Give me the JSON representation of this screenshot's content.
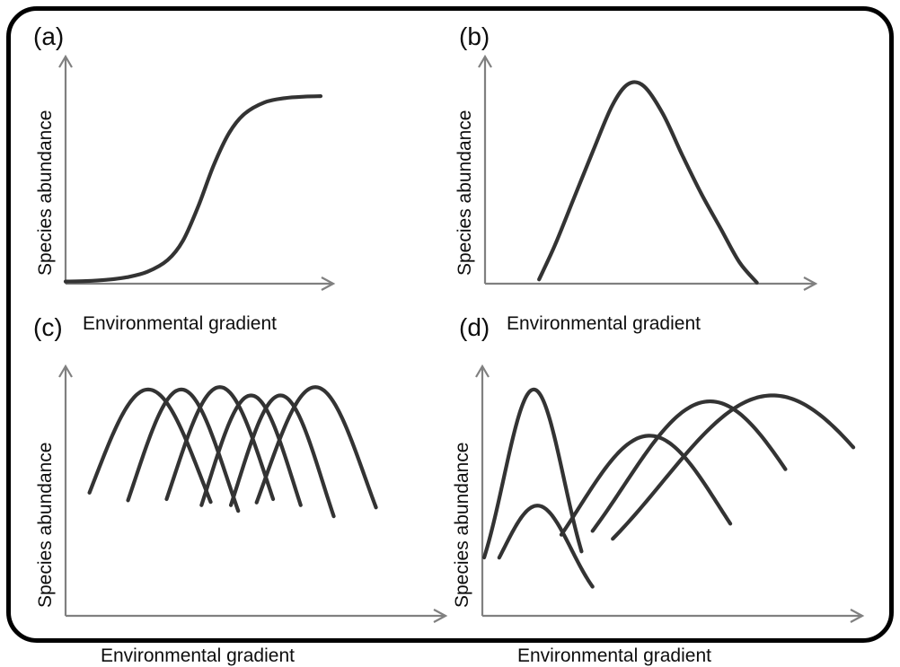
{
  "figure": {
    "border_color": "#000000",
    "background": "#ffffff",
    "curve_color": "#333333",
    "axis_color": "#808080",
    "text_color": "#0d0d0d"
  },
  "labels": {
    "panel_a": "(a)",
    "panel_b": "(b)",
    "panel_c": "(c)",
    "panel_d": "(d)",
    "x_axis": "Environmental gradient",
    "y_axis": "Species abundance"
  },
  "chart_data": [
    {
      "type": "line",
      "panel": "(a)",
      "title": "",
      "xlabel": "Environmental gradient",
      "ylabel": "Species abundance",
      "xlim": [
        0,
        1
      ],
      "ylim": [
        0,
        1
      ],
      "grid": false,
      "legend": "none",
      "description": "Monotonic sigmoid (logistic) species response along the gradient",
      "series": [
        {
          "name": "sigmoid-response",
          "shape": "sigmoid",
          "x": [
            0.0,
            0.08,
            0.16,
            0.24,
            0.32,
            0.4,
            0.46,
            0.52,
            0.58,
            0.64,
            0.7,
            0.78,
            0.86,
            0.94,
            1.0
          ],
          "y": [
            0.01,
            0.012,
            0.018,
            0.03,
            0.055,
            0.11,
            0.2,
            0.36,
            0.55,
            0.7,
            0.79,
            0.845,
            0.865,
            0.872,
            0.874
          ]
        }
      ]
    },
    {
      "type": "line",
      "panel": "(b)",
      "title": "",
      "xlabel": "Environmental gradient",
      "ylabel": "Species abundance",
      "xlim": [
        0,
        1
      ],
      "ylim": [
        0,
        1
      ],
      "grid": false,
      "legend": "none",
      "description": "Single unimodal (bell-shaped) species response curve",
      "series": [
        {
          "name": "unimodal-response",
          "shape": "bell",
          "x": [
            0.17,
            0.22,
            0.28,
            0.34,
            0.4,
            0.45,
            0.5,
            0.56,
            0.62,
            0.68,
            0.74,
            0.8,
            0.855
          ],
          "y": [
            0.02,
            0.18,
            0.4,
            0.62,
            0.83,
            0.93,
            0.92,
            0.79,
            0.6,
            0.42,
            0.26,
            0.1,
            0.005
          ]
        }
      ]
    },
    {
      "type": "line",
      "panel": "(c)",
      "title": "",
      "xlabel": "Environmental gradient",
      "ylabel": "Species abundance",
      "xlim": [
        0,
        1
      ],
      "ylim": [
        0,
        1
      ],
      "grid": false,
      "legend": "none",
      "description": "Six species with regularly spaced, equal-width unimodal responses (community unit / continuum model)",
      "curve_count": 6,
      "series": [
        {
          "name": "species-1",
          "shape": "bell",
          "center": 0.225,
          "width": 0.145,
          "height": 0.955,
          "start": 0.065,
          "end": 0.395
        },
        {
          "name": "species-2",
          "shape": "bell",
          "center": 0.315,
          "width": 0.125,
          "height": 0.955,
          "start": 0.17,
          "end": 0.47
        },
        {
          "name": "species-3",
          "shape": "bell",
          "center": 0.42,
          "width": 0.125,
          "height": 0.965,
          "start": 0.275,
          "end": 0.565
        },
        {
          "name": "species-4",
          "shape": "bell",
          "center": 0.505,
          "width": 0.115,
          "height": 0.93,
          "start": 0.37,
          "end": 0.64
        },
        {
          "name": "species-5",
          "shape": "bell",
          "center": 0.585,
          "width": 0.115,
          "height": 0.93,
          "start": 0.45,
          "end": 0.73
        },
        {
          "name": "species-6",
          "shape": "bell",
          "center": 0.68,
          "width": 0.135,
          "height": 0.965,
          "start": 0.52,
          "end": 0.845
        }
      ]
    },
    {
      "type": "line",
      "panel": "(d)",
      "title": "",
      "xlabel": "Environmental gradient",
      "ylabel": "Species abundance",
      "xlim": [
        0,
        1
      ],
      "ylim": [
        0,
        1
      ],
      "grid": false,
      "legend": "none",
      "description": "Five species with individualistic responses: differing optima, amplitudes and tolerance widths",
      "curve_count": 5,
      "series": [
        {
          "name": "species-1",
          "shape": "bell",
          "center": 0.14,
          "width": 0.082,
          "height": 0.955,
          "start": 0.005,
          "end": 0.27
        },
        {
          "name": "species-2",
          "shape": "bell",
          "center": 0.15,
          "width": 0.092,
          "height": 0.465,
          "start": 0.046,
          "end": 0.3
        },
        {
          "name": "species-3",
          "shape": "bell",
          "center": 0.455,
          "width": 0.19,
          "height": 0.76,
          "start": 0.215,
          "end": 0.675
        },
        {
          "name": "species-4",
          "shape": "bell",
          "center": 0.62,
          "width": 0.235,
          "height": 0.905,
          "start": 0.3,
          "end": 0.825
        },
        {
          "name": "species-5",
          "shape": "bell",
          "center": 0.79,
          "width": 0.3,
          "height": 0.93,
          "start": 0.355,
          "end": 1.01
        }
      ]
    }
  ]
}
